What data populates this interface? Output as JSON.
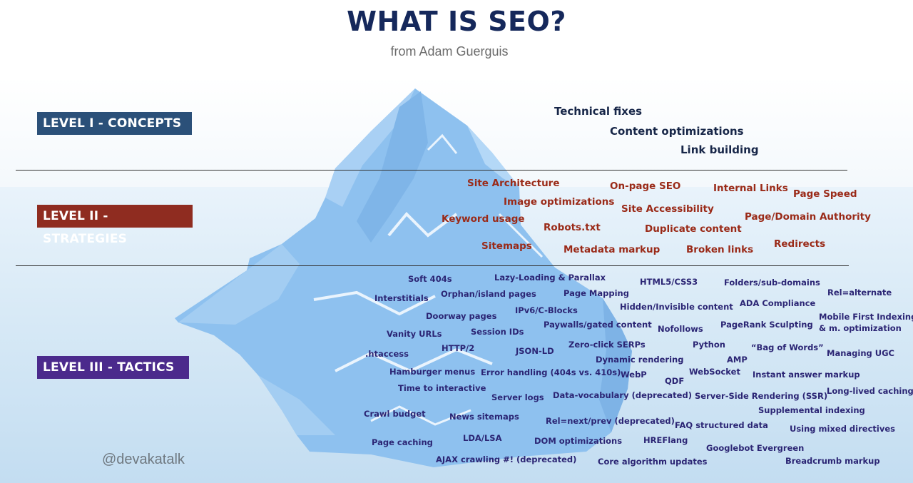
{
  "title": "WHAT IS SEO?",
  "subtitle": "from Adam Guerguis",
  "handle": "@devakatalk",
  "colors": {
    "level1": "#2b5079",
    "level2": "#8f2c20",
    "level3": "#4b2a8c",
    "concept_text": "#172648",
    "strategy_text": "#9a2a18",
    "tactic_text": "#2b2574",
    "iceberg": "#8ec1ef",
    "water": "#d7e9f6"
  },
  "levels": [
    {
      "label": "LEVEL I - CONCEPTS",
      "items": [
        "Technical fixes",
        "Content optimizations",
        "Link building"
      ]
    },
    {
      "label": "LEVEL II - STRATEGIES",
      "items": [
        "Site Architecture",
        "On-page SEO",
        "Internal Links",
        "Page Speed",
        "Image optimizations",
        "Site Accessibility",
        "Page/Domain Authority",
        "Keyword usage",
        "Robots.txt",
        "Duplicate content",
        "Redirects",
        "Sitemaps",
        "Metadata markup",
        "Broken links"
      ]
    },
    {
      "label": "LEVEL III - TACTICS",
      "items": [
        "Soft 404s",
        "Lazy-Loading & Parallax",
        "HTML5/CSS3",
        "Folders/sub-domains",
        "Rel=alternate",
        "Interstitials",
        "Orphan/island pages",
        "Page Mapping",
        "ADA Compliance",
        "IPv6/C-Blocks",
        "Hidden/Invisible content",
        "Mobile First Indexing",
        "& m. optimization",
        "Doorway pages",
        "Paywalls/gated content",
        "PageRank Sculpting",
        "Vanity URLs",
        "Session IDs",
        "Nofollows",
        "Python",
        "“Bag of Words”",
        "Zero-click SERPs",
        "HTTP/2",
        "JSON-LD",
        ".htaccess",
        "Managing UGC",
        "Dynamic rendering",
        "AMP",
        "Hamburger menus",
        "Error handling (404s vs. 410s)",
        "WebP",
        "WebSocket",
        "Instant answer markup",
        "QDF",
        "Time to interactive",
        "Long-lived caching",
        "Data-vocabulary (deprecated)",
        "Server-Side Rendering (SSR)",
        "Server logs",
        "Supplemental indexing",
        "Crawl budget",
        "News sitemaps",
        "Rel=next/prev (deprecated)",
        "FAQ structured data",
        "Using mixed directives",
        "Page caching",
        "LDA/LSA",
        "DOM optimizations",
        "HREFlang",
        "Googlebot Evergreen",
        "AJAX crawling #! (deprecated)",
        "Core algorithm updates",
        "Breadcrumb markup"
      ]
    }
  ]
}
